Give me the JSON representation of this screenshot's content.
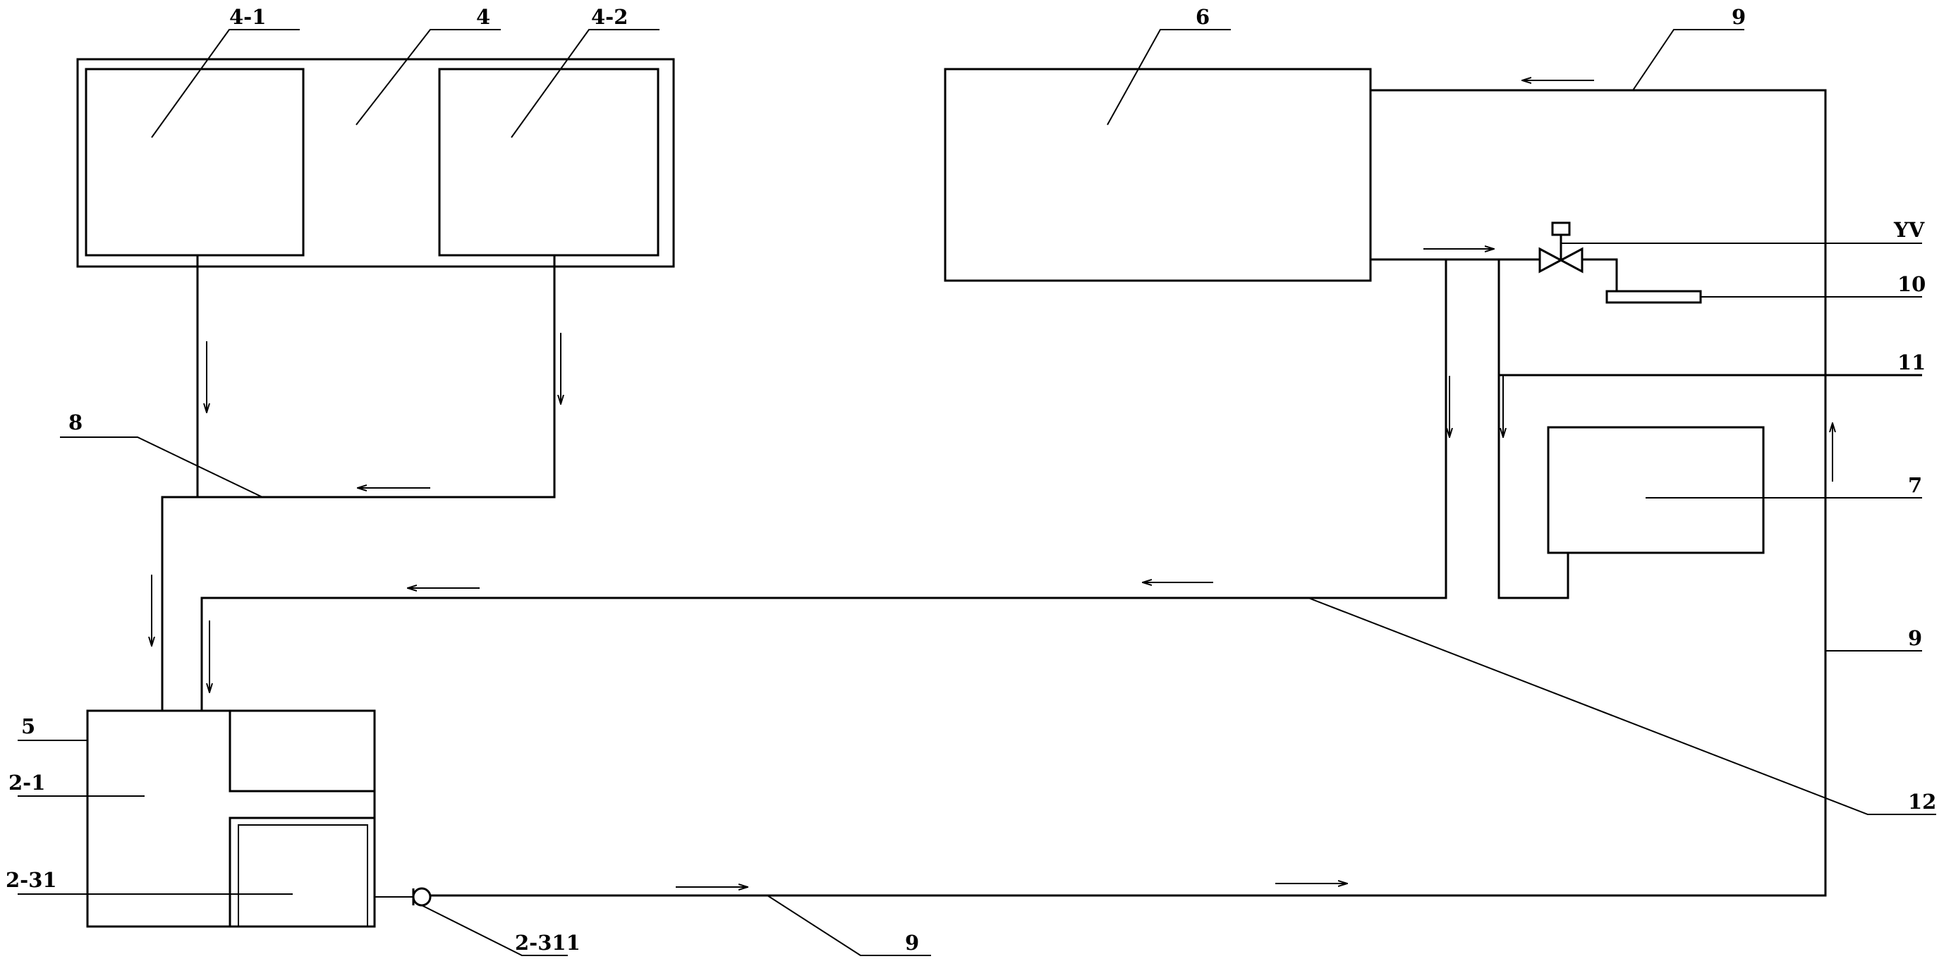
{
  "labels": {
    "l_4_1": "4-1",
    "l_4": "4",
    "l_4_2": "4-2",
    "l_6": "6",
    "l_9_top": "9",
    "l_yv": "YV",
    "l_10": "10",
    "l_11": "11",
    "l_7": "7",
    "l_8": "8",
    "l_9_right": "9",
    "l_12": "12",
    "l_5": "5",
    "l_2_1": "2-1",
    "l_2_31": "2-31",
    "l_2_311": "2-311",
    "l_9_bottom": "9"
  },
  "colors": {
    "line": "#000000",
    "background": "#ffffff"
  }
}
